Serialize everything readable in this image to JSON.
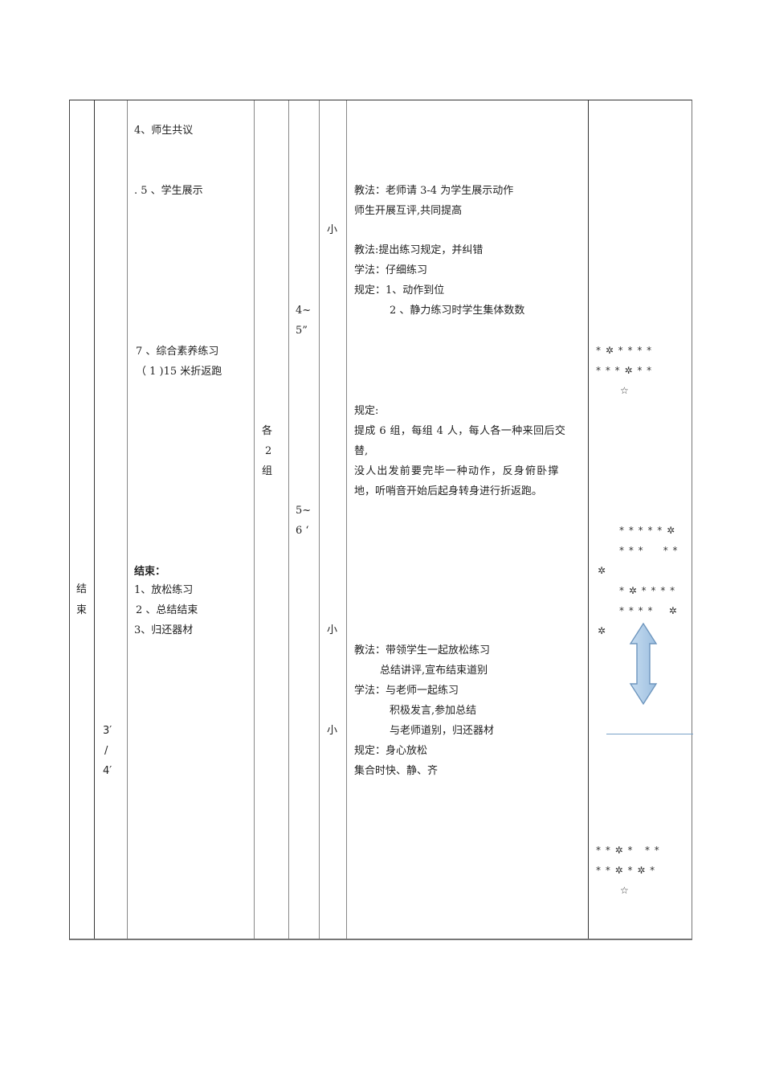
{
  "phase": {
    "label_1": "结",
    "label_2": "束"
  },
  "time_total": {
    "line1": "3′",
    "line2": "/",
    "line3": "4′"
  },
  "content": {
    "item4": "4、师生共议",
    "item5": ". 5 、学生展示",
    "item7": "7 、综合素养练习",
    "item7_sub": "（ 1 )15 米折返跑",
    "end_title": "结束：",
    "end_1": "1、放松练习",
    "end_2": "2 、总结结束",
    "end_3": "3、归还器材"
  },
  "groups": {
    "line1": "各",
    "line2": "2",
    "line3": "组"
  },
  "time": {
    "a_line1": "4~",
    "a_line2": "5”",
    "b_line1": "5~",
    "b_line2": "6 ‘"
  },
  "intensity": {
    "a": "小",
    "b": "小",
    "c": "小"
  },
  "method": {
    "m1": "教法：老师请 3-4 为学生展示动作",
    "m2": "师生开展互评,共同提高",
    "m3": "教法:提出练习规定，并纠错",
    "m4": "学法：仔细练习",
    "m5": "规定：1、动作到位",
    "m6": "2 、静力练习时学生集体数数",
    "r1": "规定:",
    "r2": "提成 6 组，每组 4 人，每人各一种来回后交",
    "r3": "替,",
    "r4": "没人出发前要完毕一种动作，反身俯卧撑",
    "r5": "地，听哨音开始后起身转身进行折返跑。",
    "e1": "教法：带领学生一起放松练习",
    "e2": "总结讲评,宣布结束道别",
    "e3": "学法：与老师一起练习",
    "e4": "积极发言,参加总结",
    "e5": "与老师道别，归还器材",
    "e6": "规定：身心放松",
    "e7": "集合时快、静、齐"
  },
  "formation": {
    "f1_row1": "* ✲ * * * *",
    "f1_row2": "* * * ✲ * *",
    "f1_teacher": "☆",
    "f2_row1": "* * * * * ✲",
    "f2_row2": "* * *     * *",
    "f2_left1": "✲",
    "f2_row3": "* ✲ * * * *",
    "f2_row4": "* * * *    ✲",
    "f2_left2": "✲",
    "f3_row1": "* * ✲ *   * *",
    "f3_row2": "* * ✲ * ✲ *",
    "f3_teacher": "☆",
    "arrow_color": "#a8c8e8",
    "line_color": "#7aa2c8"
  }
}
